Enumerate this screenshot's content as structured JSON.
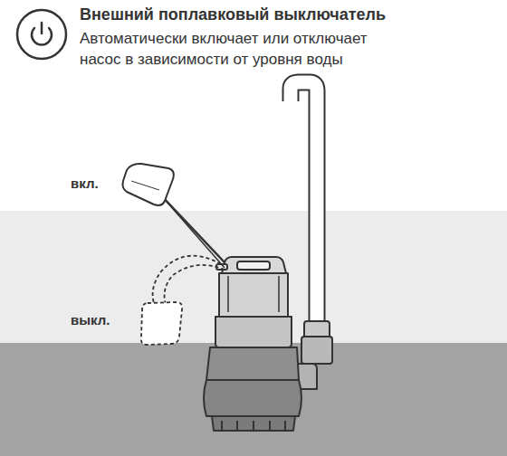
{
  "diagram": {
    "title": "Внешний поплавковый выключатель",
    "labels": [
      "Автоматически включает или отключает насос в зависимости от уровня воды",
      "вкл.",
      "выкл."
    ]
  }
}
